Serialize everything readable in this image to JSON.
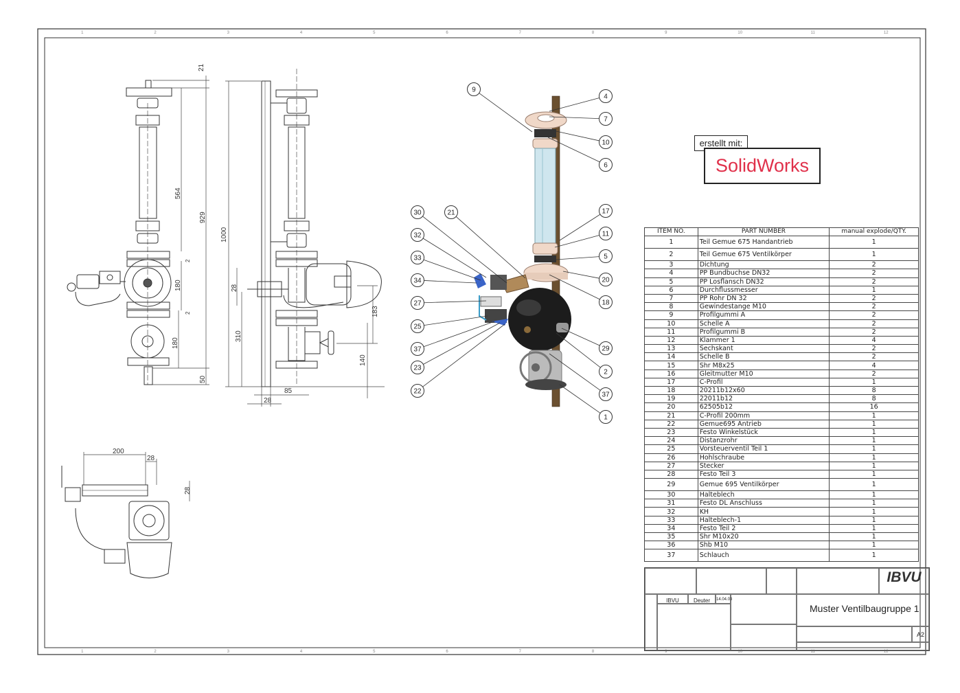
{
  "sheet": {
    "zones_top": [
      "1",
      "2",
      "3",
      "4",
      "5",
      "6",
      "7",
      "8",
      "9",
      "10",
      "11",
      "12"
    ],
    "zones_bottom": [
      "1",
      "2",
      "3",
      "4",
      "5",
      "6",
      "7",
      "8",
      "9",
      "10",
      "11",
      "12"
    ]
  },
  "annotation": {
    "created_with": "erstellt mit:",
    "software": "SolidWorks",
    "software_color": "#e0304a"
  },
  "dimensions": {
    "front": [
      "21",
      "564",
      "929",
      "180",
      "180",
      "50",
      "2",
      "2"
    ],
    "side": [
      "1000",
      "28",
      "310",
      "183",
      "140",
      "85",
      "28"
    ],
    "top": [
      "200",
      "28",
      "28"
    ]
  },
  "balloons": {
    "right": [
      "4",
      "7",
      "10",
      "6",
      "17",
      "11",
      "5",
      "20",
      "18",
      "29",
      "2",
      "37",
      "1"
    ],
    "left": [
      "30",
      "32",
      "33",
      "34",
      "27",
      "25",
      "37",
      "23",
      "22"
    ],
    "top": [
      "9",
      "21"
    ]
  },
  "bom": {
    "headers": [
      "ITEM NO.",
      "PART NUMBER",
      "manual explode/QTY."
    ],
    "rows": [
      [
        "1",
        "Teil Gemue 675 Handantrieb",
        "1"
      ],
      [
        "2",
        "Teil Gemue 675 Ventilkörper",
        "1"
      ],
      [
        "3",
        "Dichtung",
        "2"
      ],
      [
        "4",
        "PP Bundbuchse DN32",
        "2"
      ],
      [
        "5",
        "PP Losflansch DN32",
        "2"
      ],
      [
        "6",
        "Durchflussmesser",
        "1"
      ],
      [
        "7",
        "PP Rohr DN 32",
        "2"
      ],
      [
        "8",
        "Gewindestange M10",
        "2"
      ],
      [
        "9",
        "Profilgummi A",
        "2"
      ],
      [
        "10",
        "Schelle A",
        "2"
      ],
      [
        "11",
        "Profilgummi B",
        "2"
      ],
      [
        "12",
        "Klammer 1",
        "4"
      ],
      [
        "13",
        "Sechskant",
        "2"
      ],
      [
        "14",
        "Schelle B",
        "2"
      ],
      [
        "15",
        "Shr M8x25",
        "4"
      ],
      [
        "16",
        "Gleitmutter M10",
        "2"
      ],
      [
        "17",
        "C-Profil",
        "1"
      ],
      [
        "18",
        "20211b12x60",
        "8"
      ],
      [
        "19",
        "22011b12",
        "8"
      ],
      [
        "20",
        "62505b12",
        "16"
      ],
      [
        "21",
        "C-Profil 200mm",
        "1"
      ],
      [
        "22",
        "Gemue695 Antrieb",
        "1"
      ],
      [
        "23",
        "Festo Winkelstück",
        "1"
      ],
      [
        "24",
        "Distanzrohr",
        "1"
      ],
      [
        "25",
        "Vorsteuerventil Teil 1",
        "1"
      ],
      [
        "26",
        "Hohlschraube",
        "1"
      ],
      [
        "27",
        "Stecker",
        "1"
      ],
      [
        "28",
        "Festo Teil 3",
        "1"
      ],
      [
        "29",
        "Gemue 695 Ventilkörper",
        "1"
      ],
      [
        "30",
        "Halteblech",
        "1"
      ],
      [
        "31",
        "Festo DL Anschluss",
        "1"
      ],
      [
        "32",
        "KH",
        "1"
      ],
      [
        "33",
        "Halteblech-1",
        "1"
      ],
      [
        "34",
        "Festo Teil 2",
        "1"
      ],
      [
        "35",
        "Shr M10x20",
        "1"
      ],
      [
        "36",
        "Shb M10",
        "1"
      ],
      [
        "37",
        "Schlauch",
        "1"
      ]
    ]
  },
  "title_block": {
    "company_logo": "IBVU",
    "drawn_name": "IBVU",
    "checked_name": "Deuter",
    "date": "14.04.03",
    "title": "Muster Ventilbaugruppe 1",
    "size": "A2"
  }
}
